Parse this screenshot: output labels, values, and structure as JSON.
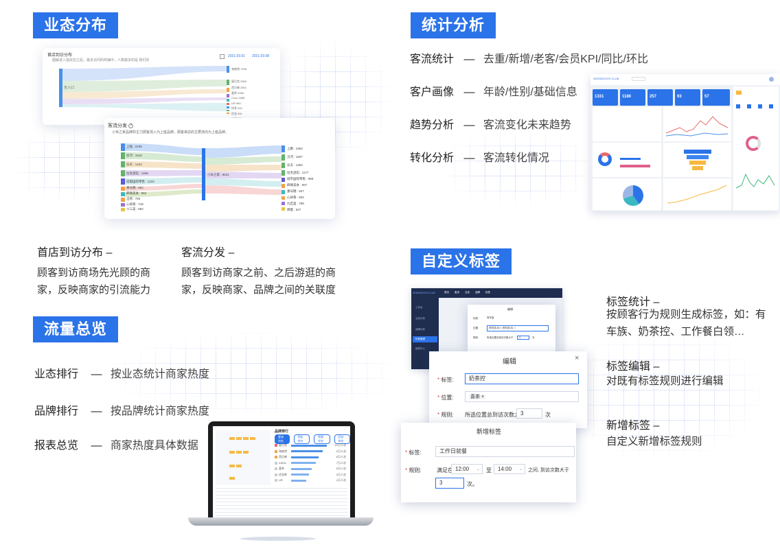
{
  "sections": {
    "format": {
      "title": "业态分布",
      "sankey1": {
        "title": "首店到访分布",
        "note": "图解进入指定店之后，最多访问的商铺中，人数最多的是 我们的",
        "date_start": "2021.03.01",
        "date_end": "2021.03.08",
        "source": "全入口",
        "targets": [
          "海底捞 7936",
          "星巴克 3363",
          "西贝莜 2841",
          "喜茶 2066",
          "Coco 1668",
          "UR 960",
          "拼多 915",
          "优衣 651",
          "小米 564"
        ]
      },
      "sankey2": {
        "title": "客流分发",
        "note": "小米之家品牌的主力顾客流入为上座品牌，顾客来店的主要流向为上座品牌。",
        "sources": [
          "上陆 : 2105",
          "巡河 : 1615",
          "乐天 : 1444",
          "拉毛酒馆 : 1269",
          "成都国际零售 : 1233",
          "重号糖 : 862",
          "麻辣美食 : 852",
          "沿周 : 750",
          "心研香 : 749",
          "十三美 : 682"
        ],
        "center": "小米之家 : 8641",
        "targets": [
          "上鹏 : 1953",
          "汉河 : 1507",
          "乐天 : 1393",
          "拉毛酒馆 : 1177",
          "城市国际零售 : 999",
          "麻辣美食 : 967",
          "重号糖 : 927",
          "心研香 : 863",
          "九匹里 : 798",
          "牌着 : 627"
        ]
      },
      "desc1_title": "首店到访分布 –",
      "desc1_text": "顾客到访商场先光顾的商家，反映商家的引流能力",
      "desc2_title": "客流分发 –",
      "desc2_text": "顾客到访商家之前、之后游逛的商家，反映商家、品牌之间的关联度"
    },
    "traffic": {
      "title": "流量总览",
      "items": [
        {
          "name": "业态排行",
          "sep": "—",
          "desc": "按业态统计商家热度"
        },
        {
          "name": "品牌排行",
          "sep": "—",
          "desc": "按品牌统计商家热度"
        },
        {
          "name": "报表总览",
          "sep": "—",
          "desc": "商家热度具体数据"
        }
      ],
      "laptop": {
        "title": "品牌排行",
        "tabs": [
          "客流排名",
          "到店排名",
          "停留排名",
          "回访排名"
        ],
        "rows": [
          "星巴克",
          "海底捞",
          "西贝莜",
          "ZARA",
          "喜茶",
          "优衣库",
          "UR"
        ],
        "values": [
          "10万人次",
          "9万人次",
          "8万人次",
          "7万人次",
          "6万人次",
          "5万人次",
          "4万人次"
        ]
      }
    },
    "stats": {
      "title": "统计分析",
      "items": [
        {
          "name": "客流统计",
          "sep": "—",
          "desc": "去重/新增/老客/会员KPI/同比/环比"
        },
        {
          "name": "客户画像",
          "sep": "—",
          "desc": "年龄/性别/基础信息"
        },
        {
          "name": "趋势分析",
          "sep": "—",
          "desc": "客流变化未来趋势"
        },
        {
          "name": "转化分析",
          "sep": "—",
          "desc": "客流转化情况"
        }
      ],
      "dashboard": {
        "brand": "SENSEDIGHT.CLUB",
        "kpis": [
          "1331",
          "1186",
          "257",
          "93",
          "57"
        ]
      }
    },
    "custom": {
      "title": "自定义标签",
      "items": [
        {
          "name": "标签统计 –",
          "desc": "按顾客行为规则生成标签，如：有车族、奶茶控、工作餐白领…"
        },
        {
          "name": "标签编辑 –",
          "desc": "对既有标签规则进行编辑"
        },
        {
          "name": "新增标签 –",
          "desc": "自定义新增标签规则"
        }
      ],
      "back_app": {
        "brand": "SENSEDIGHT.CLUB",
        "nav": [
          "首页",
          "客流",
          "业态",
          "品牌",
          "标签"
        ],
        "sidebar": [
          "工作台",
          "业态分析",
          "品牌分析",
          "标签管理",
          "报表中心"
        ],
        "dialog_title": "编辑",
        "tag_label": "标签:",
        "tag_value": "有车族",
        "pos_label": "位置:",
        "pos_value": "停车场-B2 × 停车场-B1 ×",
        "rule_label": "规则:",
        "rule_text": "所选位置总到访次数大于",
        "rule_value": "3",
        "rule_unit": "次"
      },
      "edit_dialog": {
        "title": "编辑",
        "close": "×",
        "tag_label": "标签:",
        "tag_value": "奶茶控",
        "pos_label": "位置:",
        "pos_value": "喜茶 ×",
        "rule_label": "规则:",
        "rule_text": "所选位置总到访次数大于",
        "rule_value": "3",
        "rule_unit": "次"
      },
      "new_dialog": {
        "title": "新增标签",
        "tag_label": "标签:",
        "tag_value": "工作日就餐",
        "rule_label": "规则:",
        "rule_prefix": "满足在",
        "time_start": "12:00",
        "time_sep": "至",
        "time_end": "14:00",
        "rule_mid": "之间, 到访次数大于",
        "rule_value": "3",
        "rule_unit": "次。"
      }
    }
  },
  "colors": {
    "accent": "#2b73e8"
  }
}
